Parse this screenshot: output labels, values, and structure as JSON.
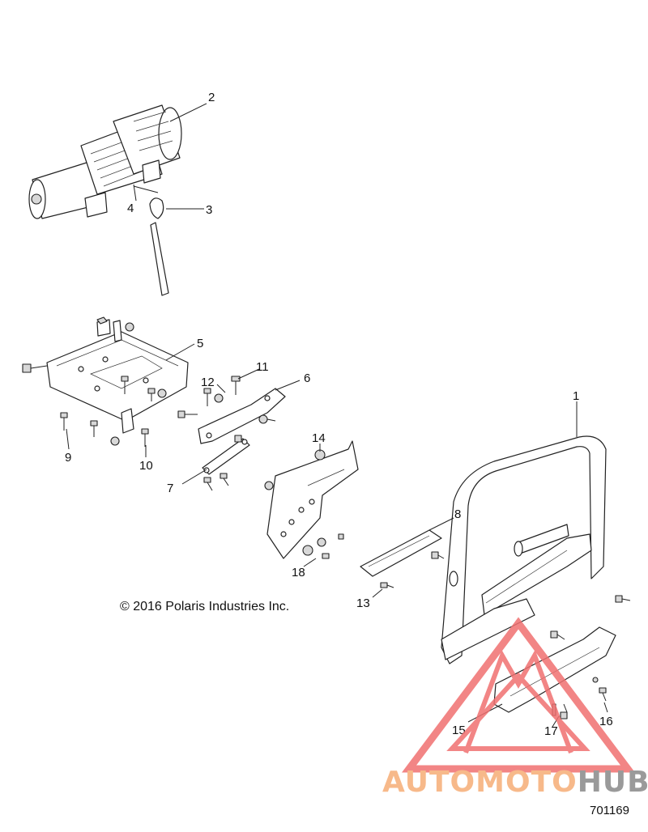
{
  "copyright": "© 2016 Polaris Industries Inc.",
  "drawing_number": "701169",
  "watermark": {
    "brand": "AUTOMOTOHUB",
    "part_a": "AUTOMOTO",
    "part_b": "HUB",
    "color_a": "#f7b98a",
    "color_b": "#9a9a9a",
    "logo_color": "#f07070"
  },
  "callouts": {
    "c1": "1",
    "c2": "2",
    "c3": "3",
    "c4": "4",
    "c5": "5",
    "c6": "6",
    "c7": "7",
    "c8": "8",
    "c9": "9",
    "c10": "10",
    "c11": "11",
    "c12": "12",
    "c13": "13",
    "c14": "14",
    "c15": "15",
    "c16": "16",
    "c17": "17",
    "c18": "18"
  }
}
